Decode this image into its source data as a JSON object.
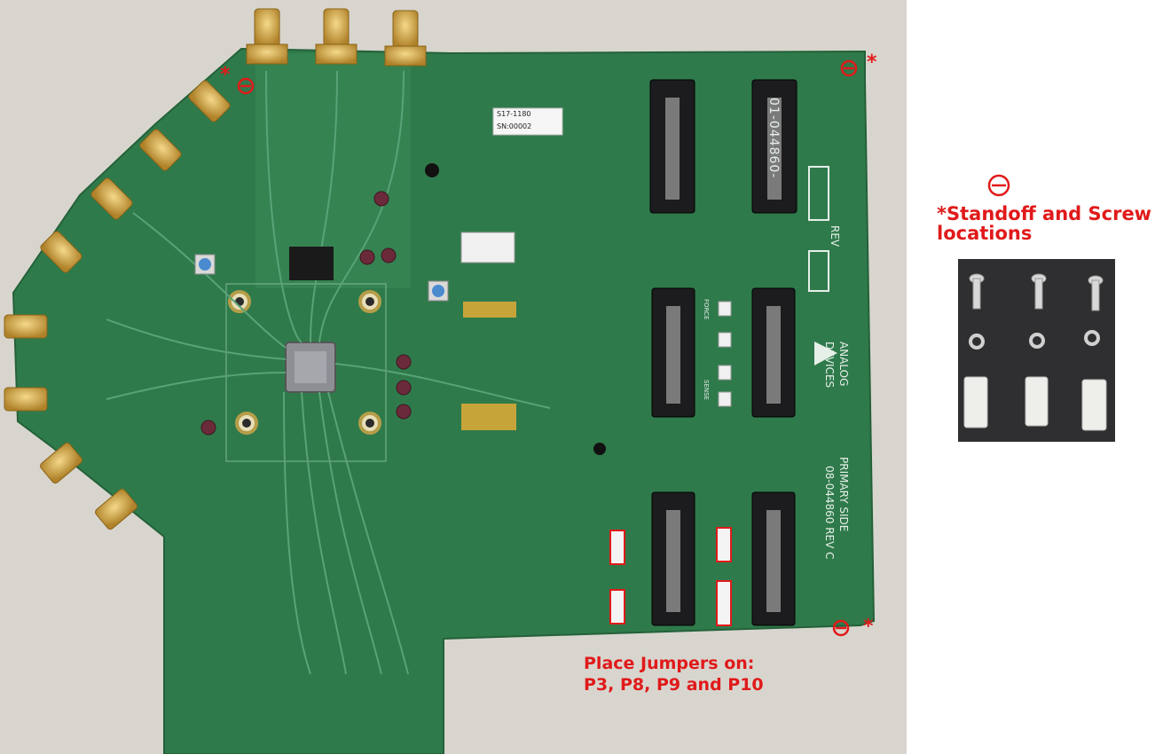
{
  "board": {
    "label_serial": "S17-1180",
    "label_sn": "SN:00002",
    "silk_partno": "01-044860-",
    "silk_rev": "REV",
    "silk_brand_1": "ANALOG",
    "silk_brand_2": "DEVICES",
    "silk_side": "PRIMARY SIDE",
    "silk_partno_rev": "08-044860 REV C",
    "silk_force": "FORCE",
    "silk_sense": "SENSE"
  },
  "annotations": {
    "star_marker": "*",
    "jumper_note_line1": "Place Jumpers on:",
    "jumper_note_line2": "P3, P8, P9 and P10",
    "legend_line1": "*Standoff and Screw",
    "legend_line2": "locations"
  },
  "colors": {
    "annotation_red": "#e01a1a",
    "pcb_green": "#2f7a4b",
    "background": "#ffffff"
  }
}
